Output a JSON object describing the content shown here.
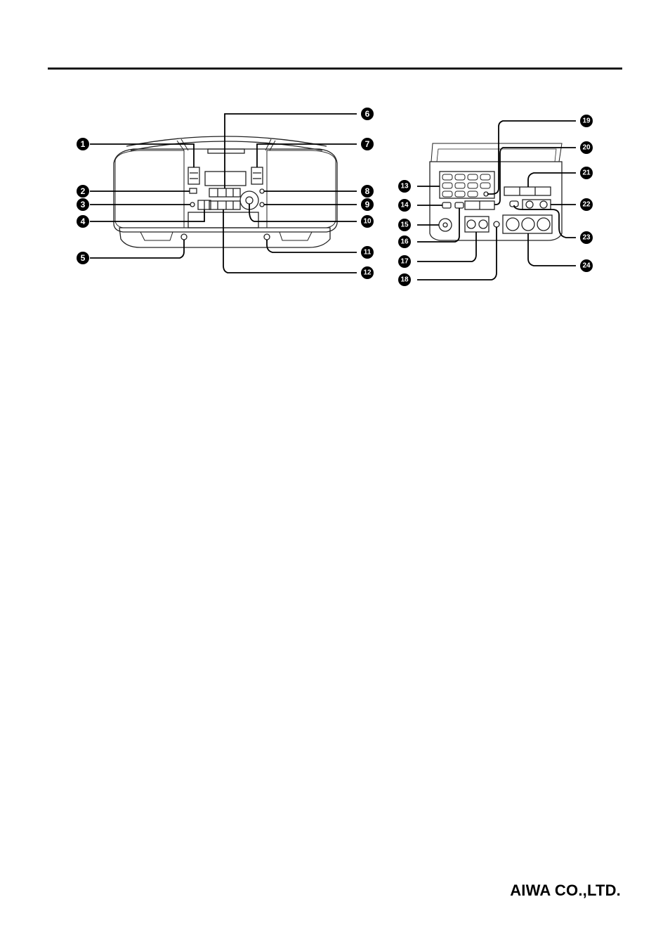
{
  "callouts": {
    "c1": "1",
    "c2": "2",
    "c3": "3",
    "c4": "4",
    "c5": "5",
    "c6": "6",
    "c7": "7",
    "c8": "8",
    "c9": "9",
    "c10": "10",
    "c11": "11",
    "c12": "12",
    "c13": "13",
    "c14": "14",
    "c15": "15",
    "c16": "16",
    "c17": "17",
    "c18": "18",
    "c19": "19",
    "c20": "20",
    "c21": "21",
    "c22": "22",
    "c23": "23",
    "c24": "24"
  },
  "footer": {
    "company": "AIWA CO.,LTD."
  }
}
